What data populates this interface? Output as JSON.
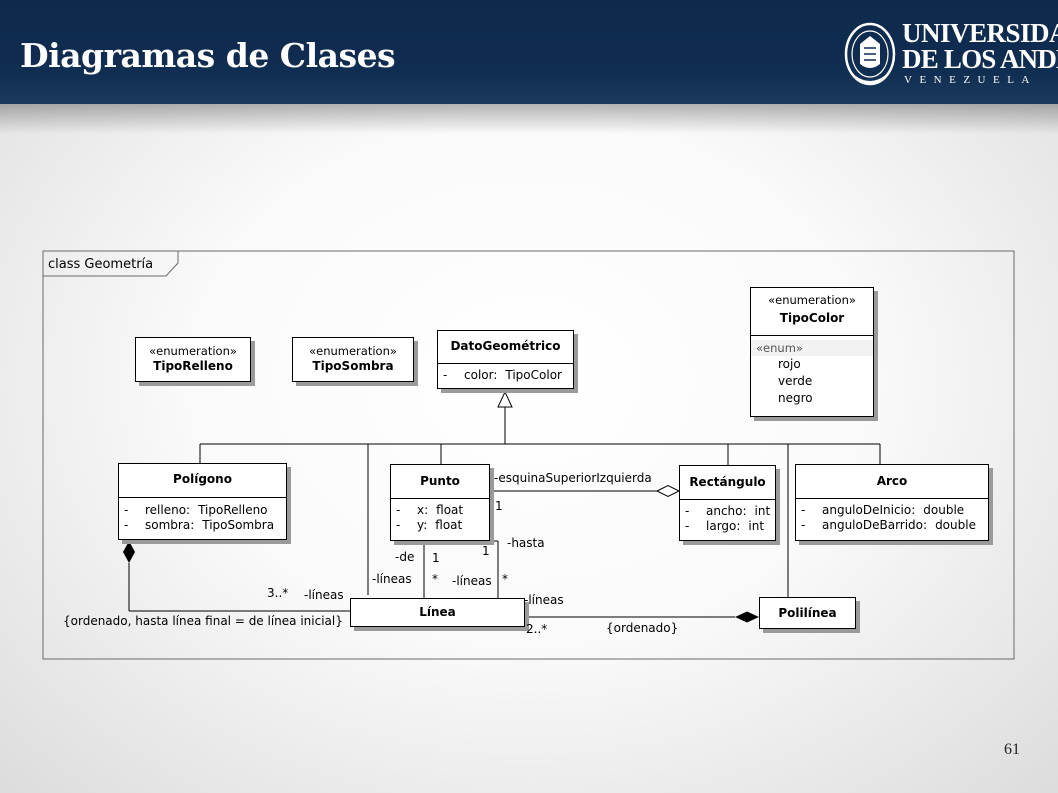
{
  "slide": {
    "title": "Diagramas de Clases",
    "page_number": "61",
    "logo": {
      "line1": "UNIVERSIDAD",
      "line2": "DE LOS ANDES",
      "line3": "VENEZUELA"
    }
  },
  "diagram": {
    "frame_title": "class Geometría",
    "classes": {
      "tiporelleno": {
        "stereotype": "«enumeration»",
        "name": "TipoRelleno"
      },
      "tiposombra": {
        "stereotype": "«enumeration»",
        "name": "TipoSombra"
      },
      "datogeometrico": {
        "name": "DatoGeométrico",
        "attributes": [
          {
            "visibility": "-",
            "name": "color:",
            "type": "TipoColor"
          }
        ]
      },
      "tipocolor": {
        "stereotype": "«enumeration»",
        "name": "TipoColor",
        "enum_tag": "«enum»",
        "literals": [
          "rojo",
          "verde",
          "negro"
        ]
      },
      "poligono": {
        "name": "Polígono",
        "attributes": [
          {
            "visibility": "-",
            "name": "relleno:",
            "type": "TipoRelleno"
          },
          {
            "visibility": "-",
            "name": "sombra:",
            "type": "TipoSombra"
          }
        ]
      },
      "punto": {
        "name": "Punto",
        "attributes": [
          {
            "visibility": "-",
            "name": "x:",
            "type": "float"
          },
          {
            "visibility": "-",
            "name": "y:",
            "type": "float"
          }
        ]
      },
      "rectangulo": {
        "name": "Rectángulo",
        "attributes": [
          {
            "visibility": "-",
            "name": "ancho:",
            "type": "int"
          },
          {
            "visibility": "-",
            "name": "largo:",
            "type": "int"
          }
        ]
      },
      "arco": {
        "name": "Arco",
        "attributes": [
          {
            "visibility": "-",
            "name": "anguloDeInicio:",
            "type": "double"
          },
          {
            "visibility": "-",
            "name": "anguloDeBarrido:",
            "type": "double"
          }
        ]
      },
      "linea": {
        "name": "Línea"
      },
      "polilinea": {
        "name": "Polilínea"
      }
    },
    "labels": {
      "esquina_role": "-esquinaSuperiorIzquierda",
      "esquina_mult": "1",
      "hasta_role": "-hasta",
      "hasta_mult": "1",
      "de_role": "-de",
      "de_mult": "1",
      "lineas_punto_left": "-líneas",
      "lineas_punto_left_mult": "*",
      "lineas_punto_right": "-líneas",
      "lineas_punto_right_mult": "*",
      "poligono_mult": "3..*",
      "poligono_role": "-líneas",
      "poligono_constraint": "{ordenado, hasta línea final = de línea inicial}",
      "polilinea_role": "-líneas",
      "polilinea_mult": "2..*",
      "polilinea_constraint": "{ordenado}"
    }
  }
}
